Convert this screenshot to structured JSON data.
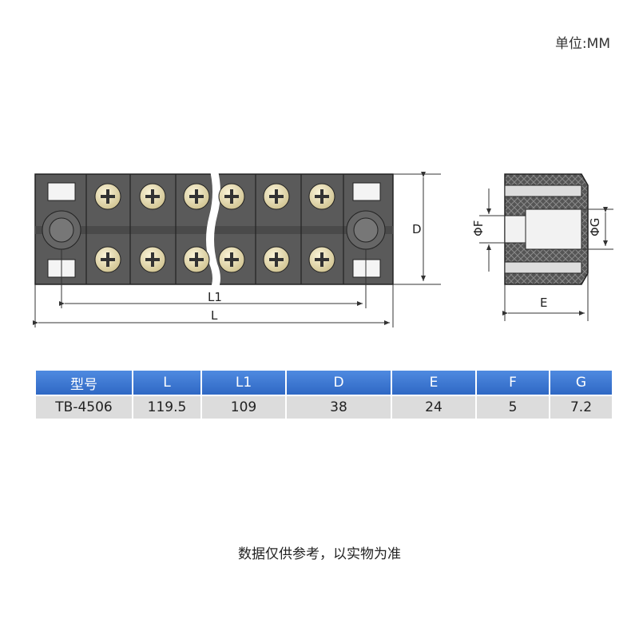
{
  "unit_label": "单位:MM",
  "drawing": {
    "dim_D": "D",
    "dim_L1": "L1",
    "dim_L": "L",
    "dim_E": "E",
    "dim_F": "ΦF",
    "dim_G": "ΦG"
  },
  "table": {
    "headers": [
      "型号",
      "L",
      "L1",
      "D",
      "E",
      "F",
      "G"
    ],
    "row": [
      "TB-4506",
      "119.5",
      "109",
      "38",
      "24",
      "5",
      "7.2"
    ]
  },
  "note": "数据仅供参考，以实物为准",
  "colors": {
    "header_blue": "#3d7ad6",
    "row_gray": "#dcdcdc",
    "body_gray": "#5a5a5a"
  }
}
